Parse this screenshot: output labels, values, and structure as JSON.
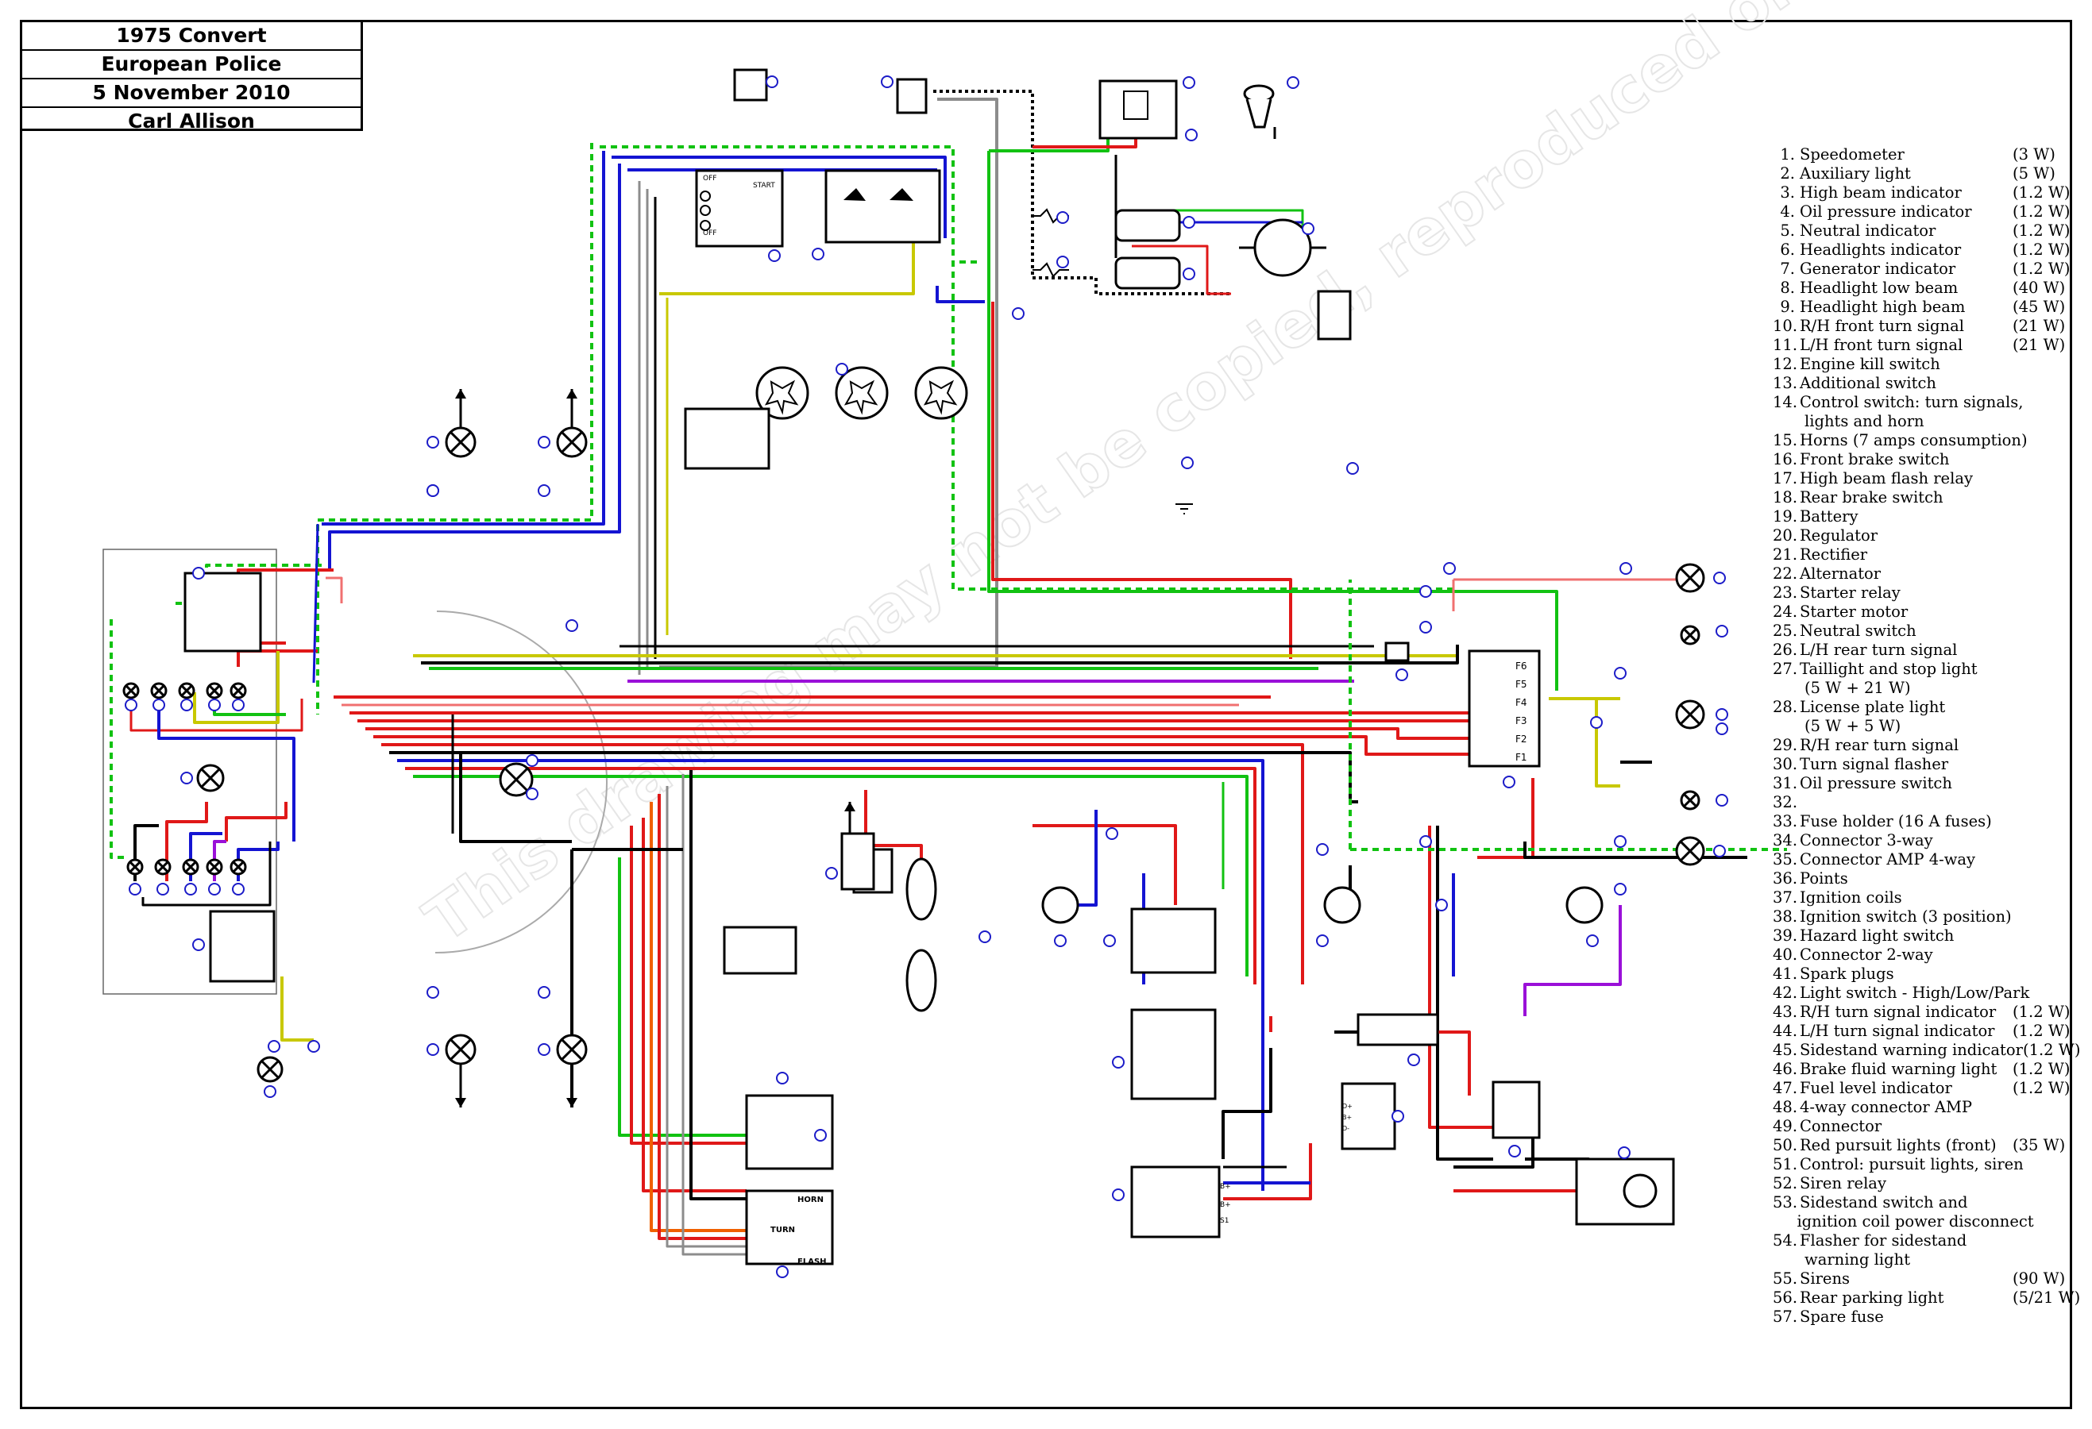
{
  "title_block": {
    "lines": [
      "1975 Convert",
      "European Police",
      "5 November 2010",
      "Carl Allison"
    ]
  },
  "legend": [
    {
      "n": "1.",
      "t": "Speedometer",
      "v": "(3 W)"
    },
    {
      "n": "2.",
      "t": "Auxiliary light",
      "v": "(5 W)"
    },
    {
      "n": "3.",
      "t": "High beam indicator",
      "v": "(1.2 W)"
    },
    {
      "n": "4.",
      "t": "Oil pressure indicator",
      "v": "(1.2 W)"
    },
    {
      "n": "5.",
      "t": "Neutral indicator",
      "v": "(1.2 W)"
    },
    {
      "n": "6.",
      "t": "Headlights indicator",
      "v": "(1.2 W)"
    },
    {
      "n": "7.",
      "t": "Generator indicator",
      "v": "(1.2 W)"
    },
    {
      "n": "8.",
      "t": "Headlight low beam",
      "v": "(40 W)"
    },
    {
      "n": "9.",
      "t": "Headlight high beam",
      "v": "(45 W)"
    },
    {
      "n": "10.",
      "t": "R/H front turn signal",
      "v": "(21 W)"
    },
    {
      "n": "11.",
      "t": "L/H front turn  signal",
      "v": "(21 W)"
    },
    {
      "n": "12.",
      "t": "Engine kill switch",
      "v": ""
    },
    {
      "n": "13.",
      "t": "Additional switch",
      "v": ""
    },
    {
      "n": "14.",
      "t": "Control switch: turn signals,",
      "v": ""
    },
    {
      "n": "",
      "t": "lights and horn",
      "v": ""
    },
    {
      "n": "15.",
      "t": "Horns (7 amps consumption)",
      "v": ""
    },
    {
      "n": "16.",
      "t": "Front brake switch",
      "v": ""
    },
    {
      "n": "17.",
      "t": "High beam flash relay",
      "v": ""
    },
    {
      "n": "18.",
      "t": "Rear brake switch",
      "v": ""
    },
    {
      "n": "19.",
      "t": "Battery",
      "v": ""
    },
    {
      "n": "20.",
      "t": "Regulator",
      "v": ""
    },
    {
      "n": "21.",
      "t": "Rectifier",
      "v": ""
    },
    {
      "n": "22.",
      "t": "Alternator",
      "v": ""
    },
    {
      "n": "23.",
      "t": "Starter relay",
      "v": ""
    },
    {
      "n": "24.",
      "t": "Starter motor",
      "v": ""
    },
    {
      "n": "25.",
      "t": "Neutral switch",
      "v": ""
    },
    {
      "n": "26.",
      "t": "L/H rear turn signal",
      "v": ""
    },
    {
      "n": "27.",
      "t": "Taillight and stop light",
      "v": ""
    },
    {
      "n": "",
      "t": "(5 W + 21 W)",
      "v": ""
    },
    {
      "n": "28.",
      "t": "License plate light",
      "v": ""
    },
    {
      "n": "",
      "t": "(5 W + 5 W)",
      "v": ""
    },
    {
      "n": "29.",
      "t": "R/H rear turn signal",
      "v": ""
    },
    {
      "n": "30.",
      "t": "Turn signal flasher",
      "v": ""
    },
    {
      "n": "31.",
      "t": "Oil pressure switch",
      "v": ""
    },
    {
      "n": "32.",
      "t": "",
      "v": ""
    },
    {
      "n": "33.",
      "t": "Fuse holder (16 A fuses)",
      "v": ""
    },
    {
      "n": "34.",
      "t": "Connector 3-way",
      "v": ""
    },
    {
      "n": "35.",
      "t": "Connector AMP 4-way",
      "v": ""
    },
    {
      "n": "36.",
      "t": "Points",
      "v": ""
    },
    {
      "n": "37.",
      "t": "Ignition coils",
      "v": ""
    },
    {
      "n": "38.",
      "t": "Ignition switch (3 position)",
      "v": ""
    },
    {
      "n": "39.",
      "t": "Hazard light switch",
      "v": ""
    },
    {
      "n": "40.",
      "t": "Connector 2-way",
      "v": ""
    },
    {
      "n": "41.",
      "t": "Spark plugs",
      "v": ""
    },
    {
      "n": "42.",
      "t": "Light switch - High/Low/Park",
      "v": ""
    },
    {
      "n": "43.",
      "t": "R/H turn signal indicator",
      "v": "(1.2 W)"
    },
    {
      "n": "44.",
      "t": "L/H turn signal indicator",
      "v": "(1.2 W)"
    },
    {
      "n": "45.",
      "t": "Sidestand warning indicator",
      "v": "(1.2 W)"
    },
    {
      "n": "46.",
      "t": "Brake fluid warning light",
      "v": "(1.2 W)"
    },
    {
      "n": "47.",
      "t": "Fuel level indicator",
      "v": "(1.2 W)"
    },
    {
      "n": "48.",
      "t": "4-way connector AMP",
      "v": ""
    },
    {
      "n": "49.",
      "t": "Connector",
      "v": ""
    },
    {
      "n": "50.",
      "t": "Red pursuit lights (front)",
      "v": "(35 W)"
    },
    {
      "n": "51.",
      "t": "Control: pursuit lights, siren",
      "v": ""
    },
    {
      "n": "52.",
      "t": "Siren relay",
      "v": ""
    },
    {
      "n": "53.",
      "t": "Sidestand switch and",
      "v": ""
    },
    {
      "n": "",
      "t": "ignition coil power disconnect",
      "v": ""
    },
    {
      "n": "54.",
      "t": "Flasher for sidestand",
      "v": ""
    },
    {
      "n": "",
      "t": "warning light",
      "v": ""
    },
    {
      "n": "55.",
      "t": "Sirens",
      "v": "(90 W)"
    },
    {
      "n": "56.",
      "t": "Rear parking light",
      "v": "(5/21 W)"
    },
    {
      "n": "57.",
      "t": "Spare fuse",
      "v": ""
    }
  ],
  "component_labels": {
    "ignition_switch": {
      "off_top": "OFF",
      "start": "START",
      "off_bottom": "OFF"
    },
    "control_switch": {
      "horn": "HORN",
      "turn": "TURN",
      "flash": "FLASH"
    },
    "fuses": [
      "F6",
      "F5",
      "F4",
      "F3",
      "F2",
      "F1"
    ],
    "rectifier_terminals": [
      "B+",
      "B+",
      "S1"
    ],
    "regulator_terminals": [
      "D+",
      "B+",
      "D-"
    ]
  },
  "watermark": "This drawing may not be copied, reproduced or distributed without the written consent of the copyright holder",
  "colors": {
    "black": "#000000",
    "red": "#e01818",
    "blue": "#1414d2",
    "green": "#12c212",
    "yellow": "#c8c800",
    "gray": "#8c8c8c",
    "orange": "#f06000",
    "purple": "#9a10d8",
    "pink": "#f07070",
    "marker": "#1c1cc8"
  }
}
